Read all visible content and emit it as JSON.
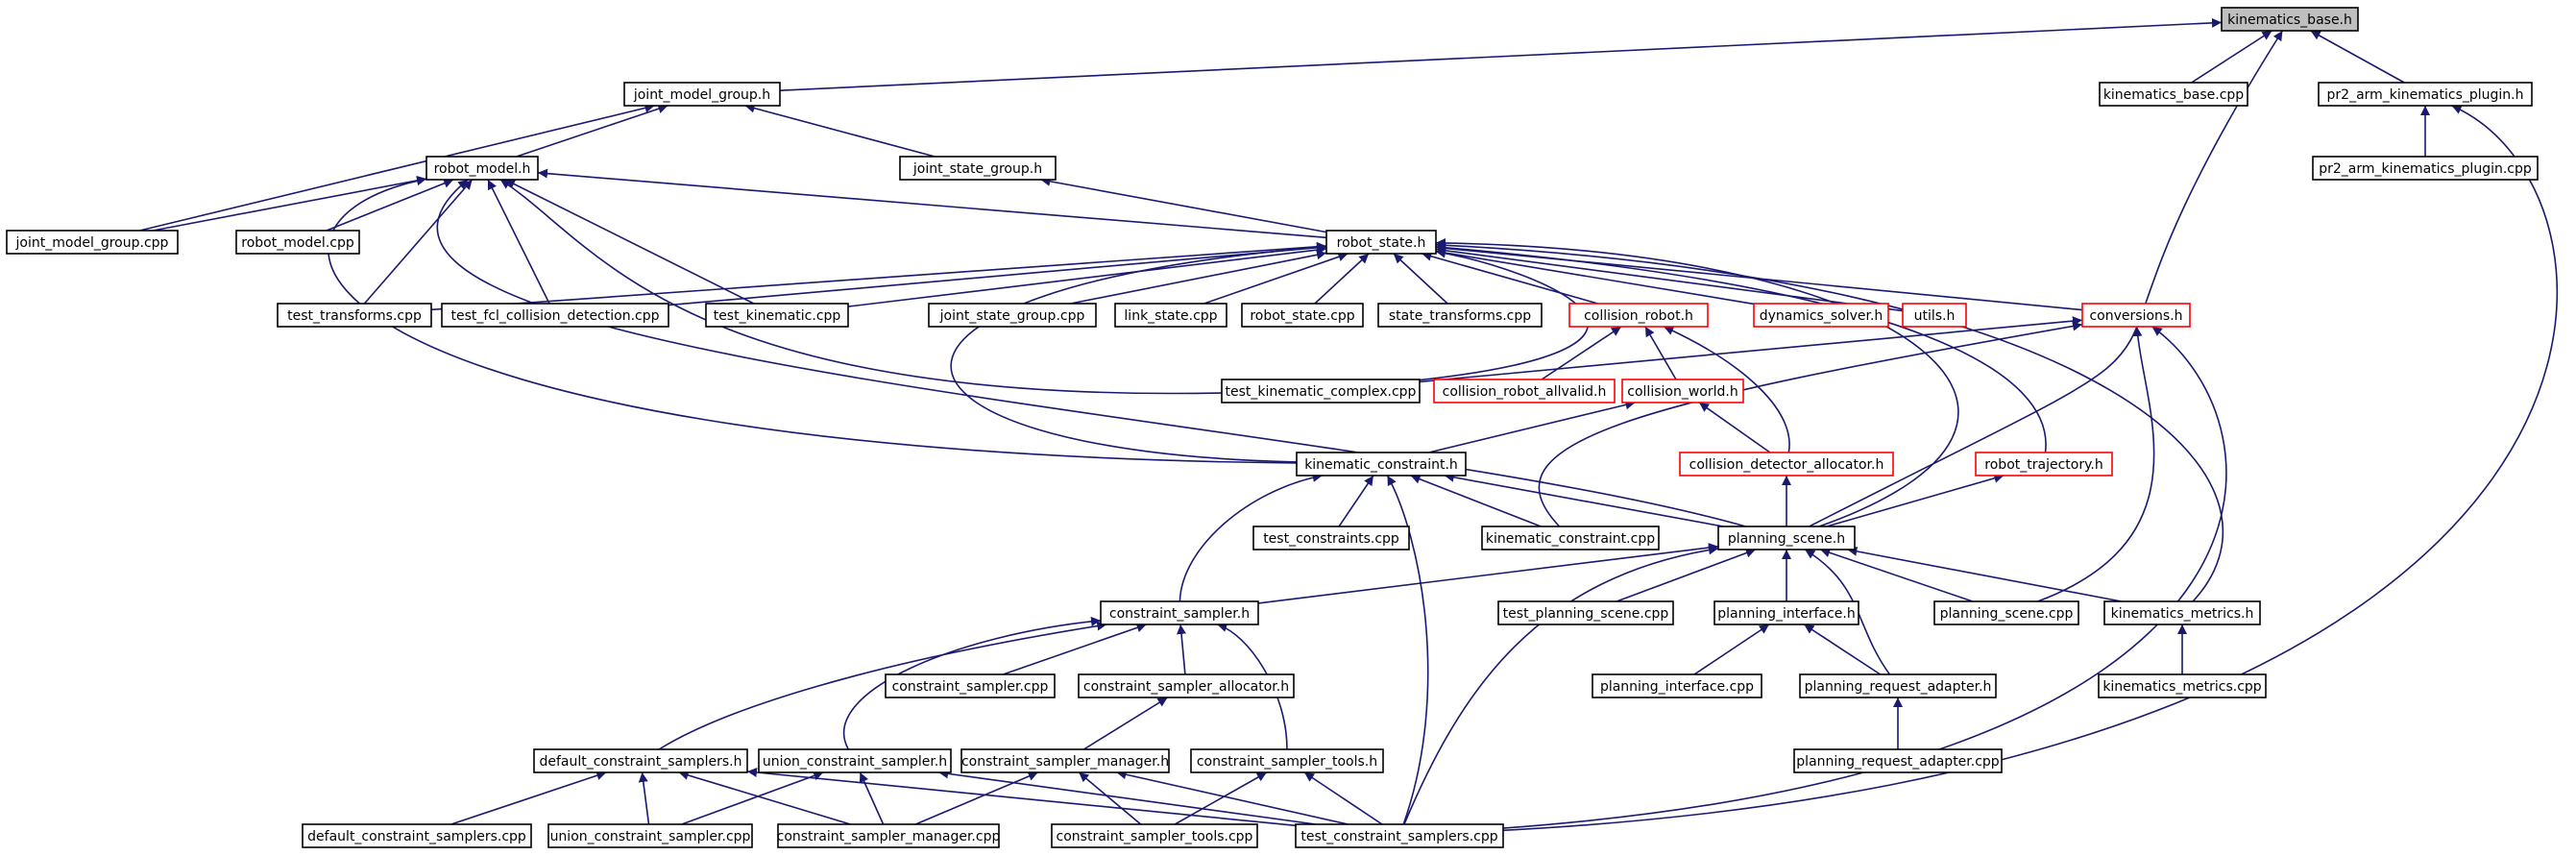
{
  "colors": {
    "edge": "#191970",
    "node_border": "#000000",
    "incomplete_border": "#ff0000",
    "current_fill": "#bfbfbf"
  },
  "nodes": [
    {
      "id": "kinematics_base_h",
      "label": "kinematics_base.h",
      "style": "current"
    },
    {
      "id": "joint_model_group_h",
      "label": "joint_model_group.h",
      "style": "normal"
    },
    {
      "id": "kinematics_base_cpp",
      "label": "kinematics_base.cpp",
      "style": "normal"
    },
    {
      "id": "pr2_arm_kinematics_plugin_h",
      "label": "pr2_arm_kinematics_plugin.h",
      "style": "normal"
    },
    {
      "id": "pr2_arm_kinematics_plugin_cpp",
      "label": "pr2_arm_kinematics_plugin.cpp",
      "style": "normal"
    },
    {
      "id": "robot_model_h",
      "label": "robot_model.h",
      "style": "normal"
    },
    {
      "id": "joint_state_group_h",
      "label": "joint_state_group.h",
      "style": "normal"
    },
    {
      "id": "joint_model_group_cpp",
      "label": "joint_model_group.cpp",
      "style": "normal"
    },
    {
      "id": "robot_model_cpp",
      "label": "robot_model.cpp",
      "style": "normal"
    },
    {
      "id": "robot_state_h",
      "label": "robot_state.h",
      "style": "normal"
    },
    {
      "id": "test_transforms_cpp",
      "label": "test_transforms.cpp",
      "style": "normal"
    },
    {
      "id": "test_fcl_collision_detection_cpp",
      "label": "test_fcl_collision_detection.cpp",
      "style": "normal"
    },
    {
      "id": "test_kinematic_cpp",
      "label": "test_kinematic.cpp",
      "style": "normal"
    },
    {
      "id": "joint_state_group_cpp",
      "label": "joint_state_group.cpp",
      "style": "normal"
    },
    {
      "id": "link_state_cpp",
      "label": "link_state.cpp",
      "style": "normal"
    },
    {
      "id": "robot_state_cpp",
      "label": "robot_state.cpp",
      "style": "normal"
    },
    {
      "id": "state_transforms_cpp",
      "label": "state_transforms.cpp",
      "style": "normal"
    },
    {
      "id": "collision_robot_h",
      "label": "collision_robot.h",
      "style": "red"
    },
    {
      "id": "dynamics_solver_h",
      "label": "dynamics_solver.h",
      "style": "red"
    },
    {
      "id": "utils_h",
      "label": "utils.h",
      "style": "red"
    },
    {
      "id": "conversions_h",
      "label": "conversions.h",
      "style": "red"
    },
    {
      "id": "test_kinematic_complex_cpp",
      "label": "test_kinematic_complex.cpp",
      "style": "normal"
    },
    {
      "id": "collision_robot_allvalid_h",
      "label": "collision_robot_allvalid.h",
      "style": "red"
    },
    {
      "id": "collision_world_h",
      "label": "collision_world.h",
      "style": "red"
    },
    {
      "id": "kinematic_constraint_h",
      "label": "kinematic_constraint.h",
      "style": "normal"
    },
    {
      "id": "collision_detector_allocator_h",
      "label": "collision_detector_allocator.h",
      "style": "red"
    },
    {
      "id": "robot_trajectory_h",
      "label": "robot_trajectory.h",
      "style": "red"
    },
    {
      "id": "test_constraints_cpp",
      "label": "test_constraints.cpp",
      "style": "normal"
    },
    {
      "id": "kinematic_constraint_cpp",
      "label": "kinematic_constraint.cpp",
      "style": "normal"
    },
    {
      "id": "planning_scene_h",
      "label": "planning_scene.h",
      "style": "normal"
    },
    {
      "id": "constraint_sampler_h",
      "label": "constraint_sampler.h",
      "style": "normal"
    },
    {
      "id": "test_planning_scene_cpp",
      "label": "test_planning_scene.cpp",
      "style": "normal"
    },
    {
      "id": "planning_interface_h",
      "label": "planning_interface.h",
      "style": "normal"
    },
    {
      "id": "planning_scene_cpp",
      "label": "planning_scene.cpp",
      "style": "normal"
    },
    {
      "id": "kinematics_metrics_h",
      "label": "kinematics_metrics.h",
      "style": "normal"
    },
    {
      "id": "constraint_sampler_cpp",
      "label": "constraint_sampler.cpp",
      "style": "normal"
    },
    {
      "id": "constraint_sampler_allocator_h",
      "label": "constraint_sampler_allocator.h",
      "style": "normal"
    },
    {
      "id": "planning_interface_cpp",
      "label": "planning_interface.cpp",
      "style": "normal"
    },
    {
      "id": "planning_request_adapter_h",
      "label": "planning_request_adapter.h",
      "style": "normal"
    },
    {
      "id": "kinematics_metrics_cpp",
      "label": "kinematics_metrics.cpp",
      "style": "normal"
    },
    {
      "id": "default_constraint_samplers_h",
      "label": "default_constraint_samplers.h",
      "style": "normal"
    },
    {
      "id": "union_constraint_sampler_h",
      "label": "union_constraint_sampler.h",
      "style": "normal"
    },
    {
      "id": "constraint_sampler_manager_h",
      "label": "constraint_sampler_manager.h",
      "style": "normal"
    },
    {
      "id": "constraint_sampler_tools_h",
      "label": "constraint_sampler_tools.h",
      "style": "normal"
    },
    {
      "id": "planning_request_adapter_cpp",
      "label": "planning_request_adapter.cpp",
      "style": "normal"
    },
    {
      "id": "default_constraint_samplers_cpp",
      "label": "default_constraint_samplers.cpp",
      "style": "normal"
    },
    {
      "id": "union_constraint_sampler_cpp",
      "label": "union_constraint_sampler.cpp",
      "style": "normal"
    },
    {
      "id": "constraint_sampler_manager_cpp",
      "label": "constraint_sampler_manager.cpp",
      "style": "normal"
    },
    {
      "id": "constraint_sampler_tools_cpp",
      "label": "constraint_sampler_tools.cpp",
      "style": "normal"
    },
    {
      "id": "test_constraint_samplers_cpp",
      "label": "test_constraint_samplers.cpp",
      "style": "normal"
    }
  ],
  "edges": [
    [
      "joint_model_group_h",
      "kinematics_base_h"
    ],
    [
      "kinematics_base_cpp",
      "kinematics_base_h"
    ],
    [
      "pr2_arm_kinematics_plugin_h",
      "kinematics_base_h"
    ],
    [
      "planning_scene_h",
      "kinematics_base_h"
    ],
    [
      "pr2_arm_kinematics_plugin_cpp",
      "pr2_arm_kinematics_plugin_h"
    ],
    [
      "test_constraint_samplers_cpp",
      "pr2_arm_kinematics_plugin_h"
    ],
    [
      "robot_model_h",
      "joint_model_group_h"
    ],
    [
      "joint_state_group_h",
      "joint_model_group_h"
    ],
    [
      "joint_model_group_cpp",
      "joint_model_group_h"
    ],
    [
      "joint_model_group_cpp",
      "robot_model_h"
    ],
    [
      "robot_model_cpp",
      "robot_model_h"
    ],
    [
      "robot_state_h",
      "robot_model_h"
    ],
    [
      "test_transforms_cpp",
      "robot_model_h"
    ],
    [
      "test_fcl_collision_detection_cpp",
      "robot_model_h"
    ],
    [
      "test_kinematic_cpp",
      "robot_model_h"
    ],
    [
      "test_kinematic_complex_cpp",
      "robot_model_h"
    ],
    [
      "kinematic_constraint_h",
      "robot_model_h"
    ],
    [
      "planning_scene_h",
      "robot_model_h"
    ],
    [
      "robot_state_h",
      "joint_state_group_h"
    ],
    [
      "test_transforms_cpp",
      "robot_state_h"
    ],
    [
      "test_fcl_collision_detection_cpp",
      "robot_state_h"
    ],
    [
      "test_kinematic_cpp",
      "robot_state_h"
    ],
    [
      "joint_state_group_cpp",
      "robot_state_h"
    ],
    [
      "link_state_cpp",
      "robot_state_h"
    ],
    [
      "robot_state_cpp",
      "robot_state_h"
    ],
    [
      "state_transforms_cpp",
      "robot_state_h"
    ],
    [
      "collision_robot_h",
      "robot_state_h"
    ],
    [
      "dynamics_solver_h",
      "robot_state_h"
    ],
    [
      "utils_h",
      "robot_state_h"
    ],
    [
      "conversions_h",
      "robot_state_h"
    ],
    [
      "test_kinematic_complex_cpp",
      "robot_state_h"
    ],
    [
      "kinematic_constraint_h",
      "robot_state_h"
    ],
    [
      "robot_trajectory_h",
      "robot_state_h"
    ],
    [
      "planning_scene_h",
      "robot_state_h"
    ],
    [
      "kinematics_metrics_h",
      "robot_state_h"
    ],
    [
      "collision_robot_allvalid_h",
      "collision_robot_h"
    ],
    [
      "collision_world_h",
      "collision_robot_h"
    ],
    [
      "collision_detector_allocator_h",
      "collision_robot_h"
    ],
    [
      "test_kinematic_complex_cpp",
      "conversions_h"
    ],
    [
      "kinematic_constraint_cpp",
      "conversions_h"
    ],
    [
      "planning_scene_cpp",
      "conversions_h"
    ],
    [
      "test_constraint_samplers_cpp",
      "conversions_h"
    ],
    [
      "kinematic_constraint_h",
      "collision_world_h"
    ],
    [
      "collision_detector_allocator_h",
      "collision_world_h"
    ],
    [
      "planning_scene_h",
      "collision_detector_allocator_h"
    ],
    [
      "planning_scene_h",
      "robot_trajectory_h"
    ],
    [
      "test_constraints_cpp",
      "kinematic_constraint_h"
    ],
    [
      "kinematic_constraint_cpp",
      "kinematic_constraint_h"
    ],
    [
      "planning_scene_h",
      "kinematic_constraint_h"
    ],
    [
      "constraint_sampler_h",
      "kinematic_constraint_h"
    ],
    [
      "test_constraint_samplers_cpp",
      "kinematic_constraint_h"
    ],
    [
      "constraint_sampler_h",
      "planning_scene_h"
    ],
    [
      "test_planning_scene_cpp",
      "planning_scene_h"
    ],
    [
      "planning_interface_h",
      "planning_scene_h"
    ],
    [
      "planning_scene_cpp",
      "planning_scene_h"
    ],
    [
      "kinematics_metrics_h",
      "planning_scene_h"
    ],
    [
      "planning_request_adapter_h",
      "planning_scene_h"
    ],
    [
      "test_constraint_samplers_cpp",
      "planning_scene_h"
    ],
    [
      "constraint_sampler_cpp",
      "constraint_sampler_h"
    ],
    [
      "constraint_sampler_allocator_h",
      "constraint_sampler_h"
    ],
    [
      "default_constraint_samplers_h",
      "constraint_sampler_h"
    ],
    [
      "union_constraint_sampler_h",
      "constraint_sampler_h"
    ],
    [
      "constraint_sampler_tools_h",
      "constraint_sampler_h"
    ],
    [
      "planning_interface_cpp",
      "planning_interface_h"
    ],
    [
      "planning_request_adapter_h",
      "planning_interface_h"
    ],
    [
      "kinematics_metrics_cpp",
      "kinematics_metrics_h"
    ],
    [
      "constraint_sampler_manager_h",
      "constraint_sampler_allocator_h"
    ],
    [
      "planning_request_adapter_cpp",
      "planning_request_adapter_h"
    ],
    [
      "default_constraint_samplers_cpp",
      "default_constraint_samplers_h"
    ],
    [
      "union_constraint_sampler_cpp",
      "default_constraint_samplers_h"
    ],
    [
      "constraint_sampler_manager_cpp",
      "default_constraint_samplers_h"
    ],
    [
      "test_constraint_samplers_cpp",
      "default_constraint_samplers_h"
    ],
    [
      "union_constraint_sampler_cpp",
      "union_constraint_sampler_h"
    ],
    [
      "constraint_sampler_manager_cpp",
      "union_constraint_sampler_h"
    ],
    [
      "test_constraint_samplers_cpp",
      "union_constraint_sampler_h"
    ],
    [
      "constraint_sampler_manager_cpp",
      "constraint_sampler_manager_h"
    ],
    [
      "constraint_sampler_tools_cpp",
      "constraint_sampler_manager_h"
    ],
    [
      "test_constraint_samplers_cpp",
      "constraint_sampler_manager_h"
    ],
    [
      "constraint_sampler_tools_cpp",
      "constraint_sampler_tools_h"
    ],
    [
      "test_constraint_samplers_cpp",
      "constraint_sampler_tools_h"
    ]
  ]
}
